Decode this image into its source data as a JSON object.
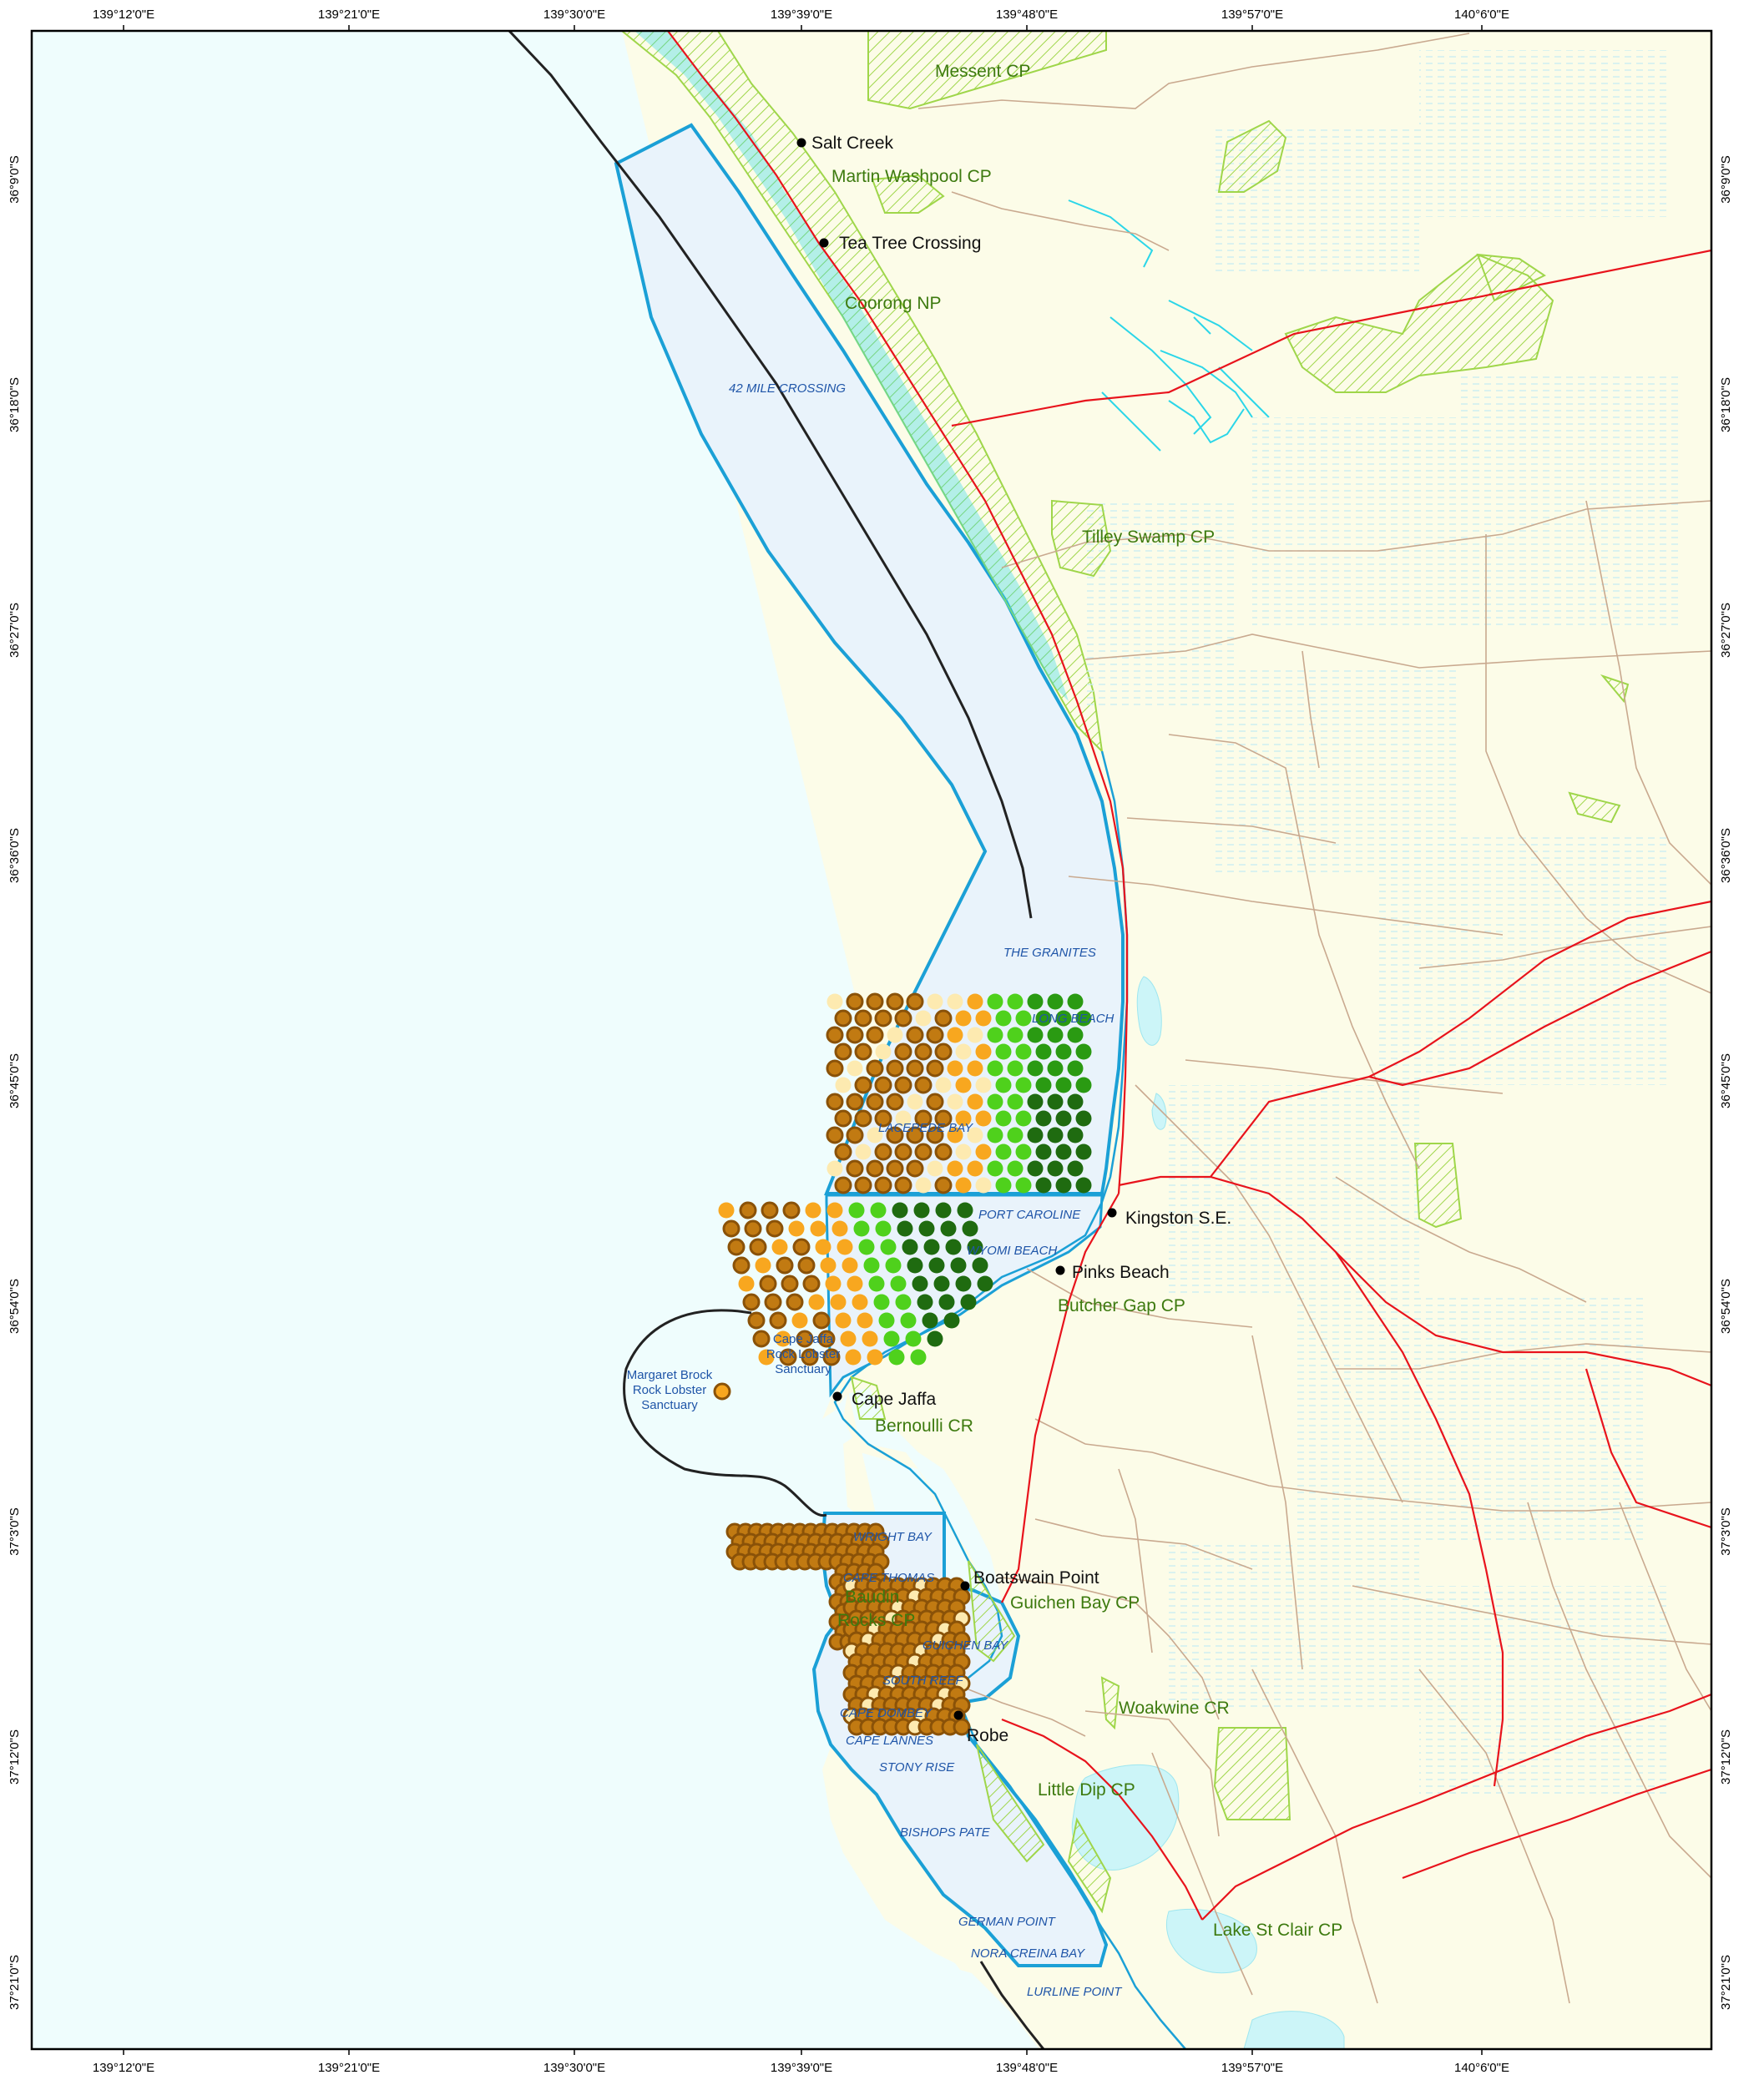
{
  "map": {
    "top_ticks": [
      "139°12'0\"E",
      "139°21'0\"E",
      "139°30'0\"E",
      "139°39'0\"E",
      "139°48'0\"E",
      "139°57'0\"E",
      "140°6'0\"E"
    ],
    "bottom_ticks": [
      "139°12'0\"E",
      "139°21'0\"E",
      "139°30'0\"E",
      "139°39'0\"E",
      "139°48'0\"E",
      "139°57'0\"E",
      "140°6'0\"E"
    ],
    "left_ticks": [
      "36°9'0\"S",
      "36°18'0\"S",
      "36°27'0\"S",
      "36°36'0\"S",
      "36°45'0\"S",
      "36°54'0\"S",
      "37°3'0\"S",
      "37°12'0\"S",
      "37°21'0\"S"
    ],
    "right_ticks": [
      "36°9'0\"S",
      "36°18'0\"S",
      "36°27'0\"S",
      "36°36'0\"S",
      "36°45'0\"S",
      "36°54'0\"S",
      "37°3'0\"S",
      "37°12'0\"S",
      "37°21'0\"S"
    ],
    "towns": [
      {
        "name": "Salt Creek"
      },
      {
        "name": "Tea Tree Crossing"
      },
      {
        "name": "Kingston S.E."
      },
      {
        "name": "Pinks Beach"
      },
      {
        "name": "Cape Jaffa"
      },
      {
        "name": "Boatswain Point"
      },
      {
        "name": "Robe"
      }
    ],
    "parks": [
      "Messent CP",
      "Martin Washpool CP",
      "Coorong NP",
      "Tilley Swamp CP",
      "Butcher Gap CP",
      "Bernoulli CR",
      "Guichen Bay CP",
      "Baudin",
      "Rocks CP",
      "Woakwine CR",
      "Little Dip CP",
      "Lake St Clair CP"
    ],
    "features": [
      "42 MILE CROSSING",
      "THE GRANITES",
      "LONG BEACH",
      "LACEPEDE BAY",
      "PORT CAROLINE",
      "WYOMI BEACH",
      "WRIGHT BAY",
      "CAPE THOMAS",
      "GUICHEN BAY",
      "SOUTH REEF",
      "CAPE DOMBEY",
      "CAPE LANNES",
      "STONY RISE",
      "BISHOPS PATE",
      "GERMAN POINT",
      "NORA CREINA BAY",
      "LURLINE POINT"
    ],
    "sanctuaries": [
      [
        "Cape Jaffa",
        "Rock Lobster",
        "Sanctuary"
      ],
      [
        "Margaret Brock",
        "Rock Lobster",
        "Sanctuary"
      ]
    ],
    "colors": {
      "sea": "#effdfd",
      "land": "#fcfce8",
      "marine_park": "#e9f3fb",
      "boundary": "#1ba0d6",
      "road": "#e8131c",
      "track": "#c9a98f",
      "park_hatch": "#9fd64a",
      "water": "#2bd6e8",
      "site_brown": "#c17a12",
      "site_orange": "#f8a71f",
      "site_pale": "#fdeab0",
      "site_green_light": "#4fd11c",
      "site_green": "#2a9a12",
      "site_green_dark": "#1f6b10"
    }
  }
}
